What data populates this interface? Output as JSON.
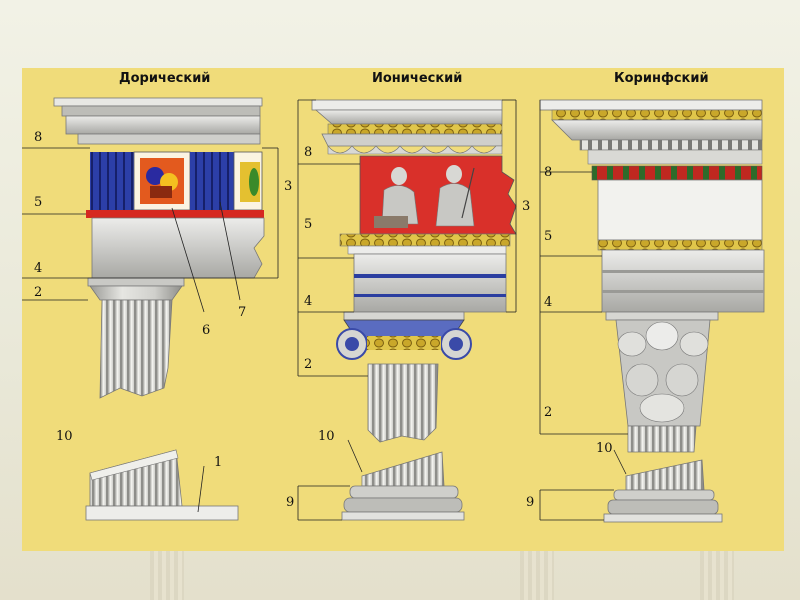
{
  "orders": [
    {
      "id": "doric",
      "title": "Дорический"
    },
    {
      "id": "ionic",
      "title": "Ионический"
    },
    {
      "id": "corinthian",
      "title": "Коринфский"
    }
  ],
  "labels": {
    "doric": {
      "l8": "8",
      "l5": "5",
      "l4": "4",
      "l2": "2",
      "l3": "3",
      "l6": "6",
      "l7": "7",
      "l10": "10",
      "l1": "1"
    },
    "ionic": {
      "l8": "8",
      "l5": "5",
      "l4": "4",
      "l2": "2",
      "l3": "3",
      "l10": "10",
      "l9": "9"
    },
    "corinthian": {
      "l8": "8",
      "l5": "5",
      "l4": "4",
      "l2": "2",
      "l10": "10",
      "l9": "9"
    }
  },
  "colors": {
    "background": "#f0dc7a",
    "triglyph_blue": "#2c3fa8",
    "frieze_red": "#d9302a",
    "stone": "#d8d8d4",
    "stone_shadow": "#a9a9a5"
  }
}
